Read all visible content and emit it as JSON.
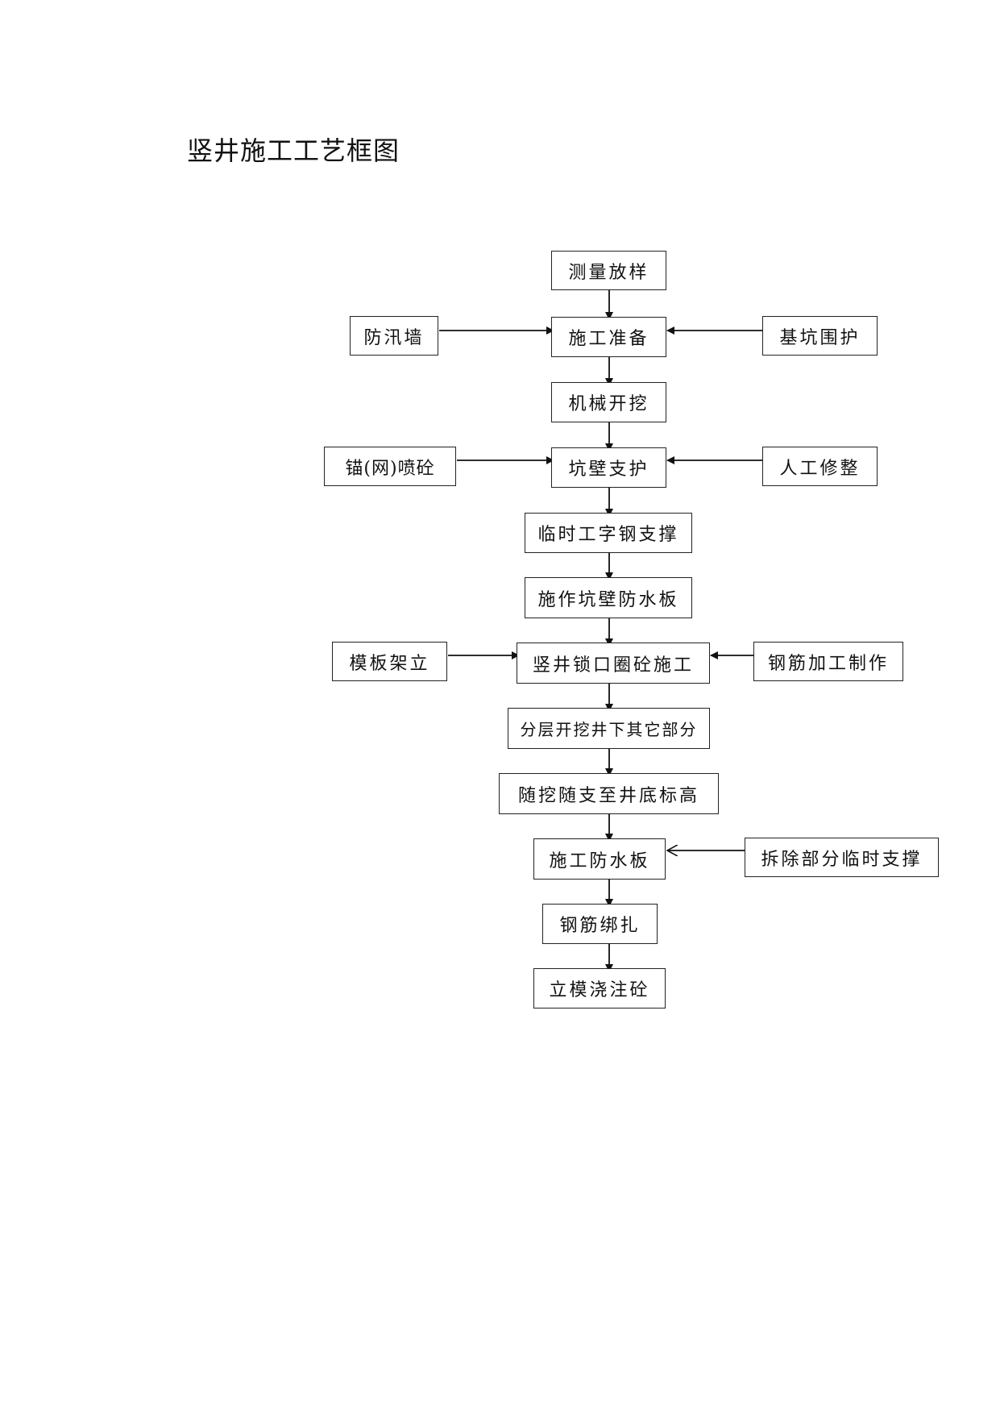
{
  "title": "竖井施工工艺框图",
  "steps": {
    "celiang": "测量放样",
    "zhunbei": "施工准备",
    "kaiwa": "机械开挖",
    "kengbi": "坑壁支护",
    "linshi": "临时工字钢支撑",
    "fangshuiban1": "施作坑壁防水板",
    "suokou": "竖井锁口圈砼施工",
    "fenceng": "分层开挖井下其它部分",
    "suiwa": "随挖随支至井底标高",
    "fangshuiban2": "施工防水板",
    "bangza": "钢筋绑扎",
    "jiaozhu": "立模浇注砼"
  },
  "inputs": {
    "fangxunqiang": "防汛墙",
    "jikeng": "基坑围护",
    "maopen": "锚(网)喷砼",
    "xiuzheng": "人工修整",
    "mubanjiali": "模板架立",
    "gangjinjiagong": "钢筋加工制作",
    "chaichu": "拆除部分临时支撑"
  }
}
